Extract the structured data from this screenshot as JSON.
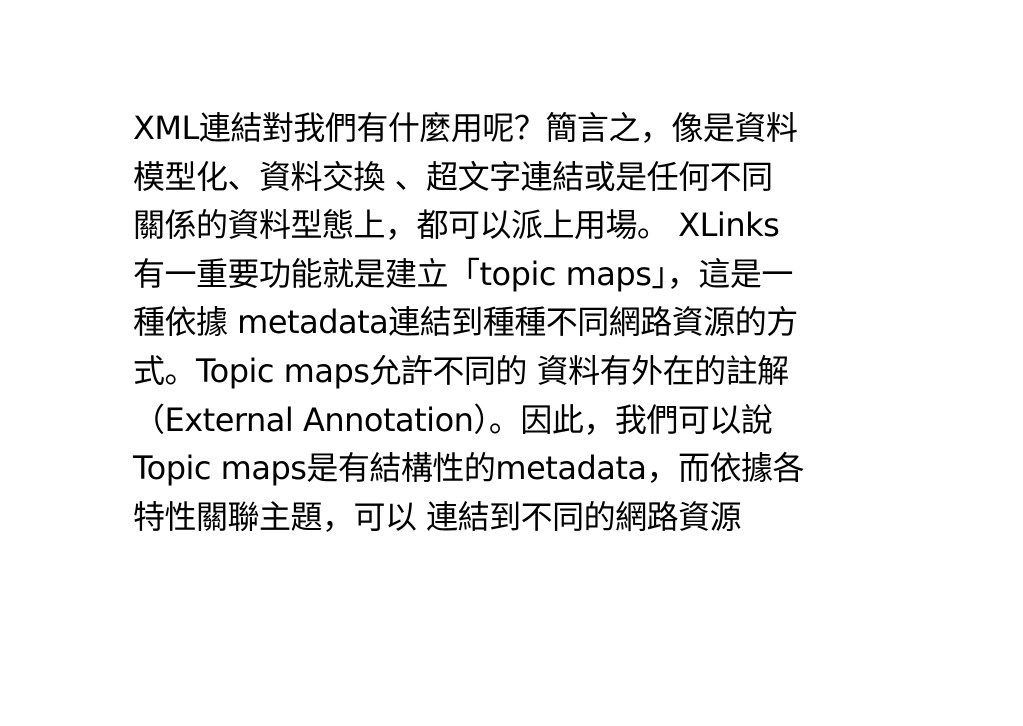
{
  "lines": [
    "XML連結對我們有什麼用呢？簡言之，像是資料",
    "模型化、資料交換 、超文字連結或是任何不同",
    "關係的資料型態上，都可以派上用場。 XLinks",
    "有一重要功能就是建立「topic maps」，這是一",
    "種依據 metadata連結到種種不同網路資源的方",
    "式。Topic maps允許不同的 資料有外在的註解",
    "（External Annotation）。因此，我們可以說",
    "Topic maps是有結構性的metadata，而依據各",
    "特性關聯主題，可以 連結到不同的網路資源"
  ]
}
